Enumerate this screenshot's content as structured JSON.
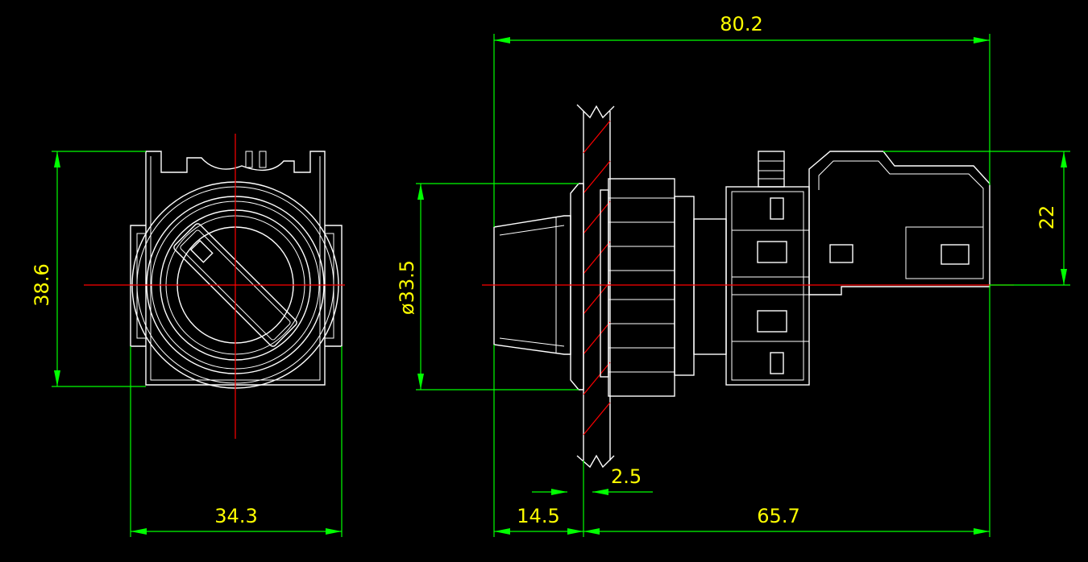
{
  "dimensions": {
    "front_height": "38.6",
    "front_width": "34.3",
    "overall_length": "80.2",
    "bezel_diameter": "ø33.5",
    "terminal_height": "22",
    "panel_thickness": "2.5",
    "front_protrusion": "14.5",
    "rear_length": "65.7"
  },
  "colors": {
    "background": "#000000",
    "outline": "#ffffff",
    "dimension_line": "#00ff00",
    "dimension_text": "#ffff00",
    "center_line": "#ff0000"
  }
}
